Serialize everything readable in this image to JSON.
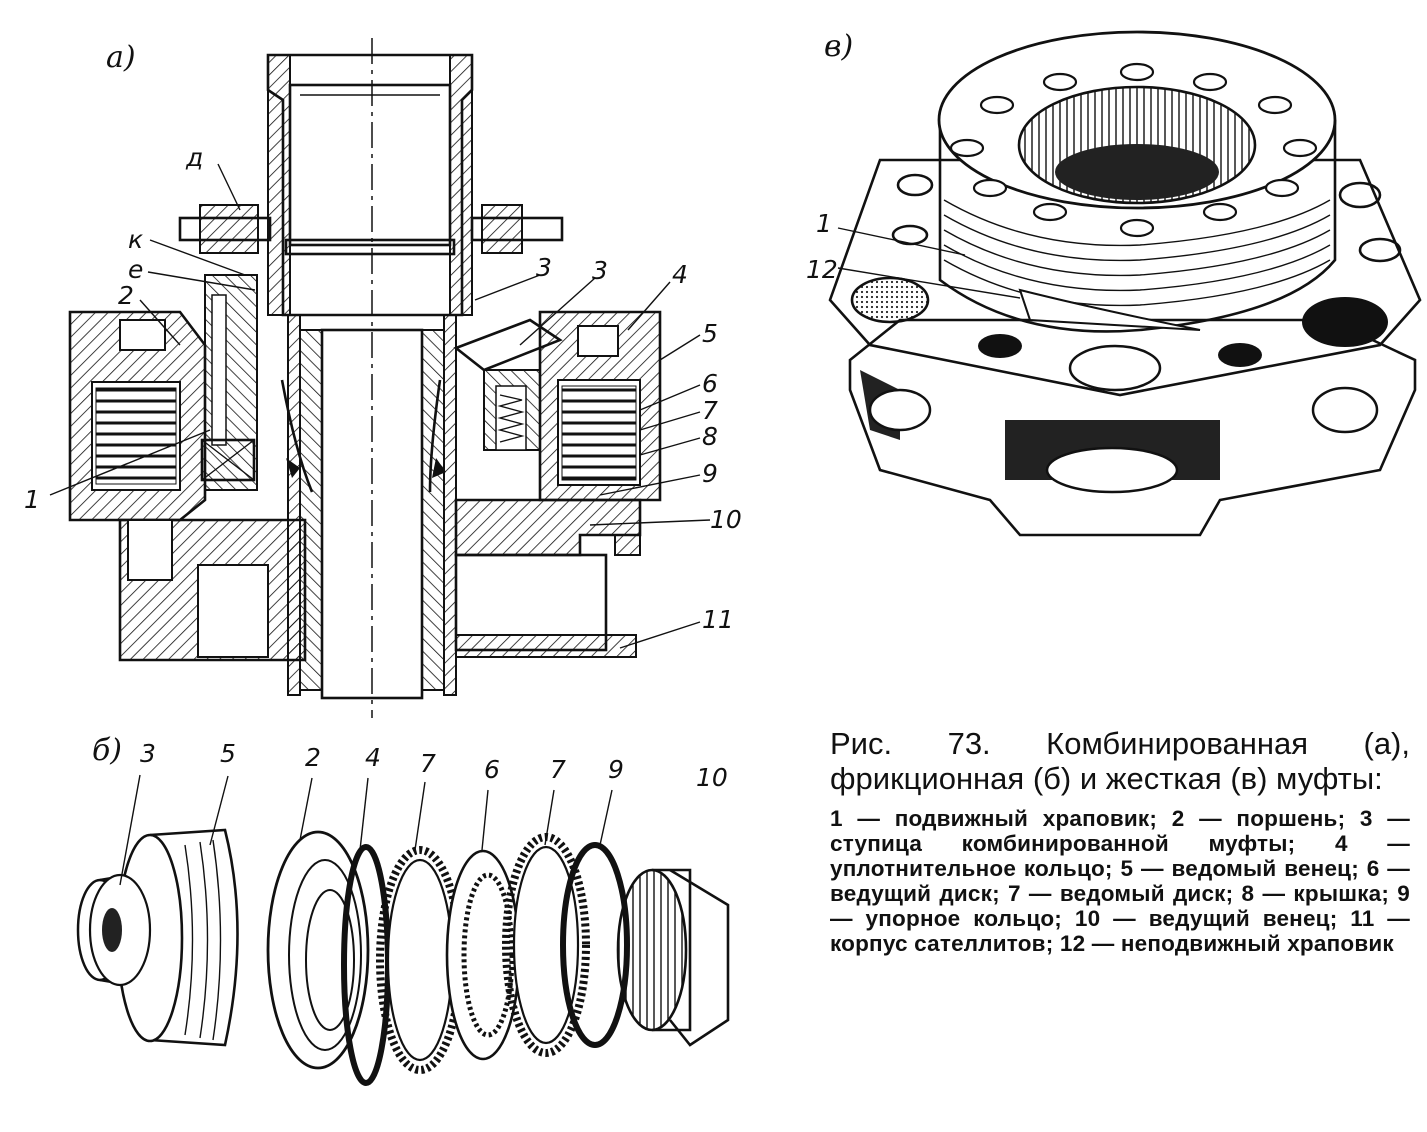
{
  "panels": {
    "a": "а)",
    "b": "б)",
    "v": "в)"
  },
  "labels_a": {
    "d": "д",
    "k": "к",
    "e": "е",
    "n1": "1",
    "n2": "2",
    "n3a": "3",
    "n3b": "3",
    "n4": "4",
    "n5": "5",
    "n6": "6",
    "n7": "7",
    "n8": "8",
    "n9": "9",
    "n10": "10",
    "n11": "11"
  },
  "labels_b": {
    "n3": "3",
    "n5": "5",
    "n2": "2",
    "n4": "4",
    "n7a": "7",
    "n6": "6",
    "n7b": "7",
    "n9": "9",
    "n10": "10"
  },
  "labels_v": {
    "n1": "1",
    "n12": "12"
  },
  "caption": {
    "title": "Рис. 73. Комбинированная (а), фрикционная (б) и жесткая (в) муфты:",
    "legend": "1 — подвижный храповик; 2 — поршень; 3 — ступица комбинированной муфты; 4 — уплотнительное кольцо; 5 — ведомый венец; 6 — ведущий диск; 7 — ведомый диск; 8 — крышка; 9 — упорное кольцо; 10 — ведущий венец; 11 — корпус сателлитов; 12 — неподвижный храповик"
  }
}
